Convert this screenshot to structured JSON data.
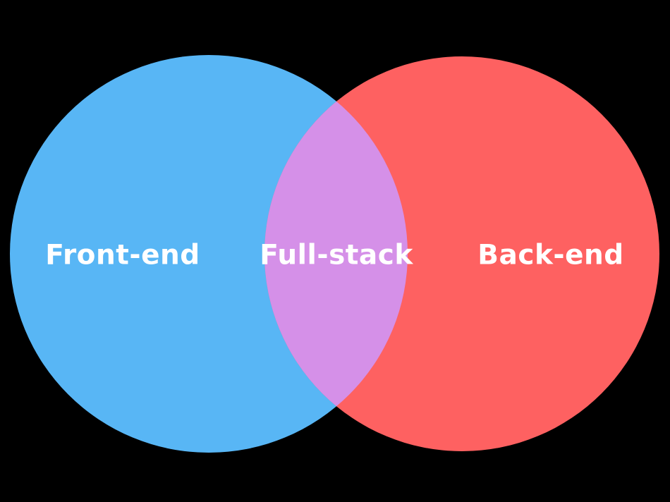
{
  "diagram": {
    "type": "venn",
    "background_color": "#000000",
    "label_color": "#ffffff",
    "sets": [
      {
        "label": "Front-end",
        "color": "#58b6f5"
      },
      {
        "label": "Back-end",
        "color": "#fe6161"
      }
    ],
    "intersection": {
      "label": "Full-stack",
      "color": "#d590e8"
    }
  }
}
